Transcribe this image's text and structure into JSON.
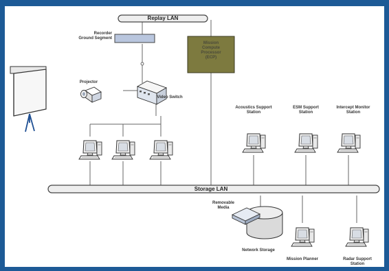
{
  "colors": {
    "frame": "#1d5a96",
    "canvas": "#ffffff",
    "bus_fill": "#eeeeee",
    "ecp_fill": "#7d7a3f",
    "recorder_fill": "#b9c6de",
    "line": "#666666"
  },
  "buses": {
    "replay_lan": "Replay LAN",
    "storage_lan": "Storage LAN"
  },
  "nodes": {
    "recorder": "Recorder\nGround Segment",
    "ecp": "Mission\nCompute\nProcessor\n(ECP)",
    "projector": "Projector",
    "video_switch": "Video Switch",
    "acoustics": "Acoustics Support\nStation",
    "esm": "ESM Support\nStation",
    "intercept": "Intercept Monitor\nStation",
    "removable_media": "Removable\nMedia",
    "network_storage": "Network Storage",
    "mission_planner": "Mission Planner",
    "radar": "Radar Support\nStation"
  },
  "icons": {
    "screen": "projection-screen-icon",
    "projector": "projector-icon",
    "switch": "video-switch-icon",
    "workstation": "workstation-icon",
    "storage": "network-storage-icon",
    "media": "removable-media-icon"
  }
}
